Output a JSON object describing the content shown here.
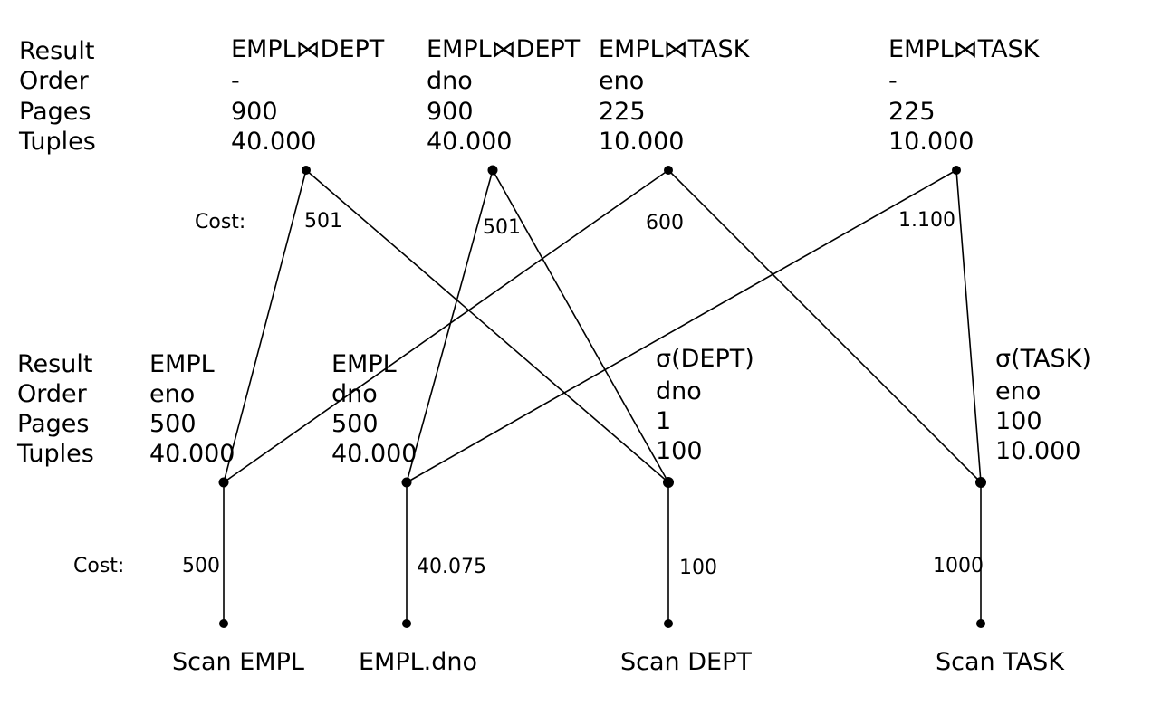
{
  "top_labels": [
    "Result",
    "Order",
    "Pages",
    "Tuples"
  ],
  "bottom_labels": [
    "Result",
    "Order",
    "Pages",
    "Tuples"
  ],
  "cost_label_top": "Cost:",
  "cost_label_bottom": "Cost:",
  "top_plans": [
    {
      "result": "EMPL⋈DEPT",
      "order": "-",
      "pages": "900",
      "tuples": "40.000",
      "cost": "501"
    },
    {
      "result": "EMPL⋈DEPT",
      "order": "dno",
      "pages": "900",
      "tuples": "40.000",
      "cost": "501"
    },
    {
      "result": "EMPL⋈TASK",
      "order": "eno",
      "pages": "225",
      "tuples": "10.000",
      "cost": "600"
    },
    {
      "result": "EMPL⋈TASK",
      "order": "-",
      "pages": "225",
      "tuples": "10.000",
      "cost": "1.100"
    }
  ],
  "mid_plans": [
    {
      "result": "EMPL",
      "order": "eno",
      "pages": "500",
      "tuples": "40.000",
      "cost": "500"
    },
    {
      "result": "EMPL",
      "order": "dno",
      "pages": "500",
      "tuples": "40.000",
      "cost": "40.075"
    },
    {
      "result": "σ(DEPT)",
      "order": "dno",
      "pages": "1",
      "tuples": "100",
      "cost": "100"
    },
    {
      "result": "σ(TASK)",
      "order": "eno",
      "pages": "100",
      "tuples": "10.000",
      "cost": "1000"
    }
  ],
  "leaves": [
    "Scan EMPL",
    "EMPL.dno",
    "Scan DEPT",
    "Scan TASK"
  ]
}
